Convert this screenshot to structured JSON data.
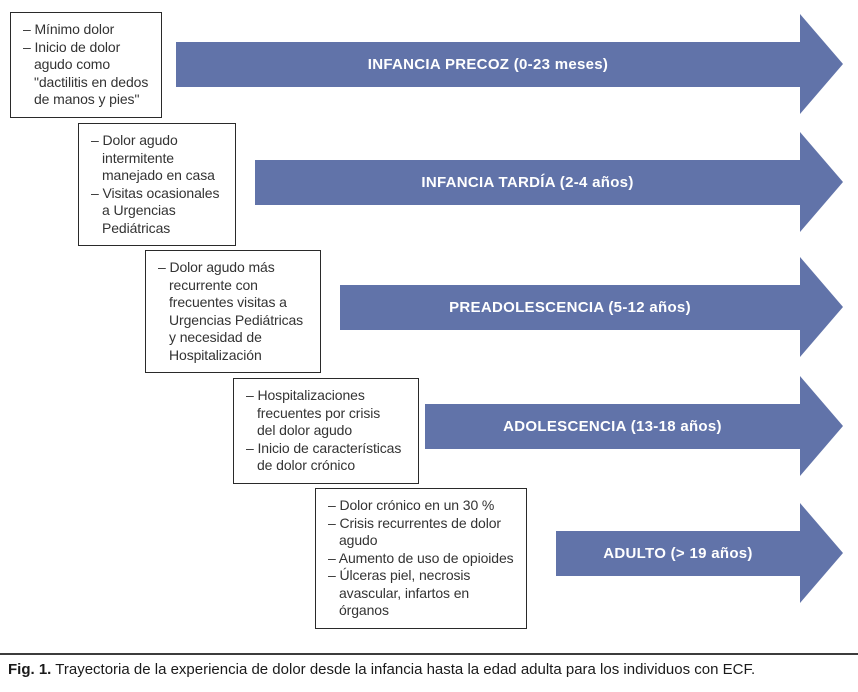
{
  "colors": {
    "arrow": "#6173a9",
    "arrow_label": "#ffffff",
    "box_border": "#2a2a2a",
    "box_text": "#333333"
  },
  "stages": [
    {
      "label": "INFANCIA PRECOZ (0-23 meses)",
      "bullets": [
        "– Mínimo dolor",
        "– Inicio de dolor\nagudo como\n\"dactilitis en dedos\nde manos y pies\""
      ]
    },
    {
      "label": "INFANCIA TARDÍA (2-4 años)",
      "bullets": [
        "– Dolor agudo\nintermitente\nmanejado en casa",
        "– Visitas ocasionales\na Urgencias\nPediátricas"
      ]
    },
    {
      "label": "PREADOLESCENCIA (5-12 años)",
      "bullets": [
        "– Dolor agudo más\nrecurrente con\nfrecuentes visitas a\nUrgencias Pediátricas\ny necesidad de\nHospitalización"
      ]
    },
    {
      "label": "ADOLESCENCIA (13-18 años)",
      "bullets": [
        "– Hospitalizaciones\nfrecuentes por crisis\ndel dolor agudo",
        "– Inicio de características\nde dolor crónico"
      ]
    },
    {
      "label": "ADULTO (> 19 años)",
      "bullets": [
        "– Dolor crónico en un 30 %",
        "– Crisis recurrentes de dolor\nagudo",
        "– Aumento de uso de opioides",
        "– Úlceras piel, necrosis\navascular, infartos en\nórganos"
      ]
    }
  ],
  "caption": {
    "label": "Fig. 1.",
    "text": "Trayectoria de la experiencia de dolor desde la infancia hasta la edad adulta para los individuos con ECF."
  }
}
